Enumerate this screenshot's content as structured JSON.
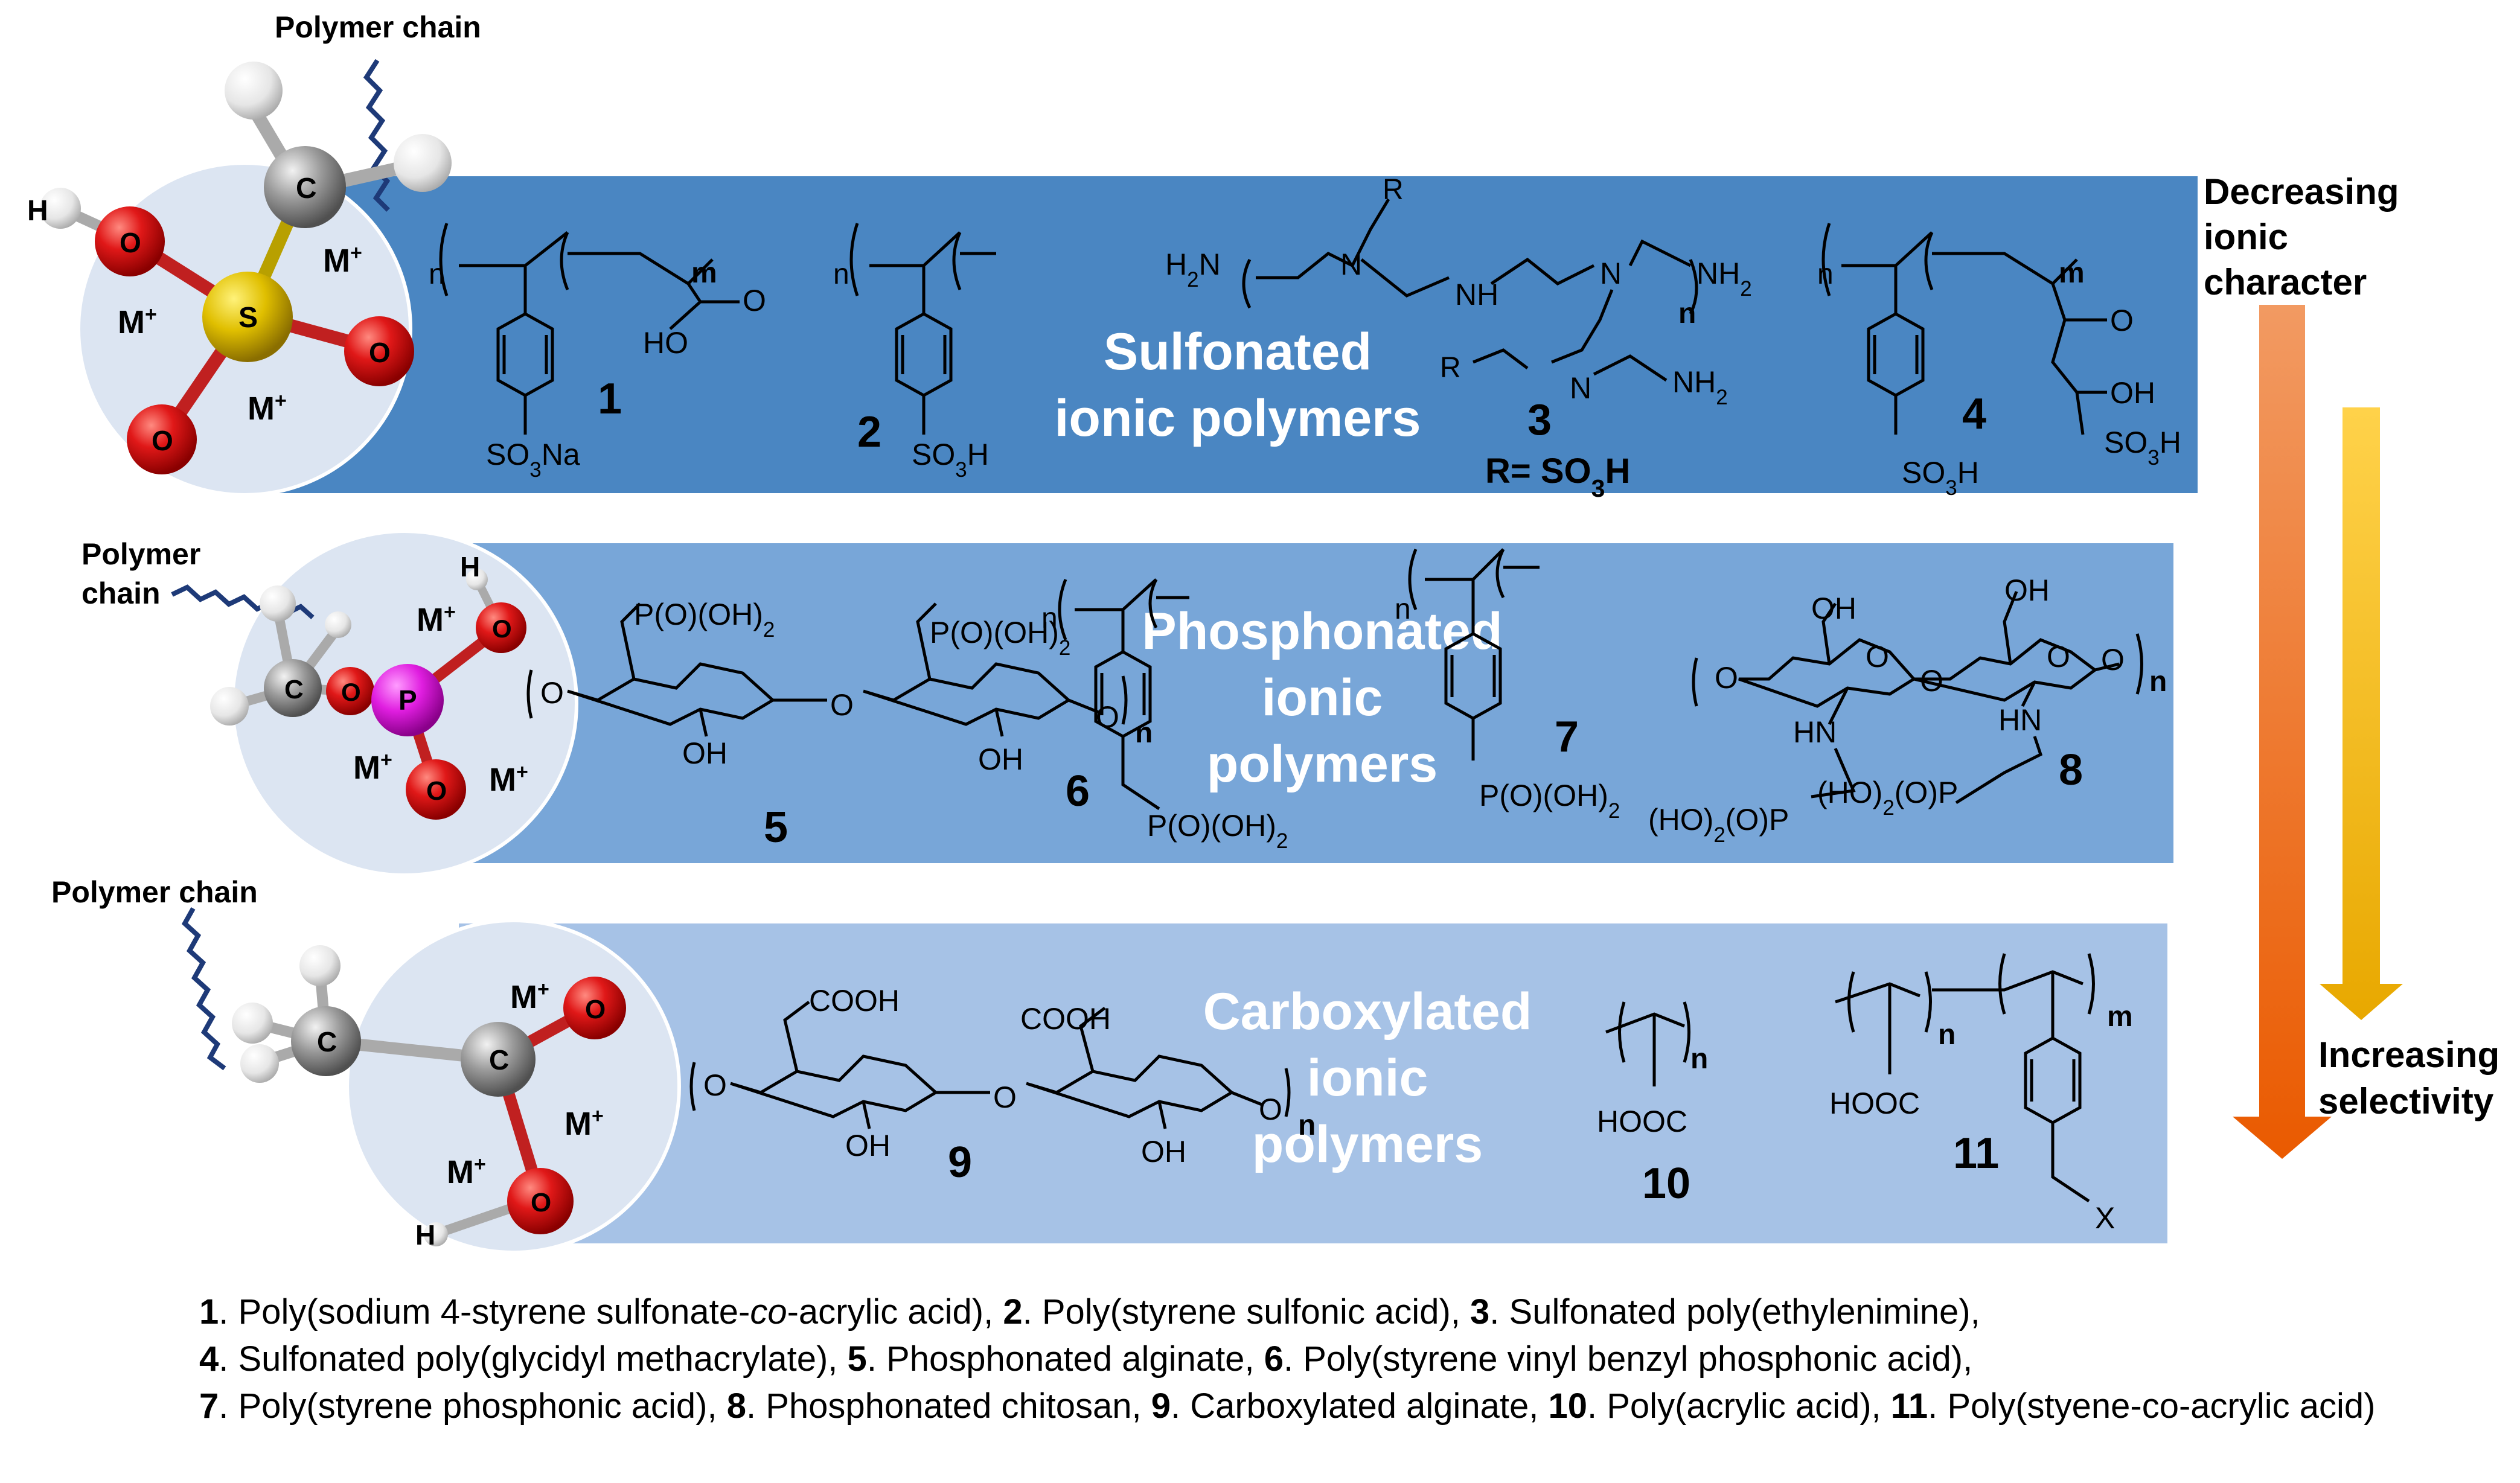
{
  "bands": [
    {
      "title_lines": [
        "Sulfonated",
        "ionic polymers"
      ],
      "color": "#4a86c2"
    },
    {
      "title_lines": [
        "Phosphonated",
        "ionic",
        "polymers"
      ],
      "color": "#78a6d8"
    },
    {
      "title_lines": [
        "Carboxylated",
        "ionic",
        "polymers"
      ],
      "color": "#a6c2e6"
    }
  ],
  "molecules": {
    "sulfonate": {
      "chain_label": "Polymer chain",
      "atoms": {
        "H": "H",
        "O": "O",
        "S": "S",
        "C": "C",
        "M": "M",
        "plus": "+"
      }
    },
    "phosphonate": {
      "chain_label_lines": [
        "Polymer",
        "chain"
      ],
      "atoms": {
        "H": "H",
        "O": "O",
        "P": "P",
        "C": "C",
        "M": "M",
        "plus": "+"
      }
    },
    "carboxylate": {
      "chain_label": "Polymer chain",
      "atoms": {
        "H": "H",
        "O": "O",
        "C": "C",
        "M": "M",
        "plus": "+"
      }
    }
  },
  "structures": {
    "s1": {
      "number": "1",
      "labels": [
        "n",
        "m",
        "O",
        "HO",
        "SO3Na"
      ]
    },
    "s2": {
      "number": "2",
      "labels": [
        "n",
        "SO3H"
      ]
    },
    "s3": {
      "number": "3",
      "labels": [
        "R",
        "H2N",
        "N",
        "NH",
        "N",
        "n",
        "NH2",
        "R",
        "N",
        "NH2"
      ],
      "note": "R= SO3H"
    },
    "s4": {
      "number": "4",
      "labels": [
        "n",
        "m",
        "O",
        "OH",
        "SO3H",
        "SO3H"
      ]
    },
    "s5": {
      "number": "5",
      "labels": [
        "P(O)(OH)2",
        "P(O)(OH)2",
        "O",
        "O",
        "O",
        "OH",
        "OH",
        "n"
      ]
    },
    "s6": {
      "number": "6",
      "labels": [
        "n",
        "P(O)(OH)2"
      ]
    },
    "s7": {
      "number": "7",
      "labels": [
        "n",
        "P(O)(OH)2"
      ]
    },
    "s8": {
      "number": "8",
      "labels": [
        "OH",
        "OH",
        "O",
        "O",
        "O",
        "O",
        "O",
        "n",
        "HN",
        "HN",
        "(HO)2(O)P",
        "(HO)2(O)P"
      ]
    },
    "s9": {
      "number": "9",
      "labels": [
        "COOH",
        "COOH",
        "O",
        "O",
        "O",
        "OH",
        "OH",
        "n"
      ]
    },
    "s10": {
      "number": "10",
      "labels": [
        "HOOC",
        "n"
      ]
    },
    "s11": {
      "number": "11",
      "labels": [
        "HOOC",
        "n",
        "m",
        "X"
      ]
    }
  },
  "trends": {
    "decreasing": {
      "label_lines": [
        "Decreasing",
        "ionic",
        "character"
      ],
      "color": "#f07a2a"
    },
    "increasing": {
      "label_lines": [
        "Increasing",
        "selectivity"
      ],
      "color": "#f5b400"
    }
  },
  "caption": {
    "items": [
      {
        "num": "1",
        "text": "Poly(sodium 4-styrene sulfonate-",
        "italic": "co",
        "text2": "-acrylic acid),"
      },
      {
        "num": "2",
        "text": "Poly(styrene sulfonic acid),"
      },
      {
        "num": "3",
        "text": "Sulfonated  poly(ethylenimine),"
      },
      {
        "num": "4",
        "text": "Sulfonated poly(glycidyl methacrylate),"
      },
      {
        "num": "5",
        "text": "Phosphonated alginate,"
      },
      {
        "num": "6",
        "text": "Poly(styrene vinyl benzyl phosphonic acid),"
      },
      {
        "num": "7",
        "text": "Poly(styrene phosphonic acid),"
      },
      {
        "num": "8",
        "text": "Phosphonated chitosan,"
      },
      {
        "num": "9",
        "text": "Carboxylated alginate,"
      },
      {
        "num": "10",
        "text": "Poly(acrylic acid),"
      },
      {
        "num": "11",
        "text": "Poly(styene-co-acrylic acid)"
      }
    ]
  }
}
